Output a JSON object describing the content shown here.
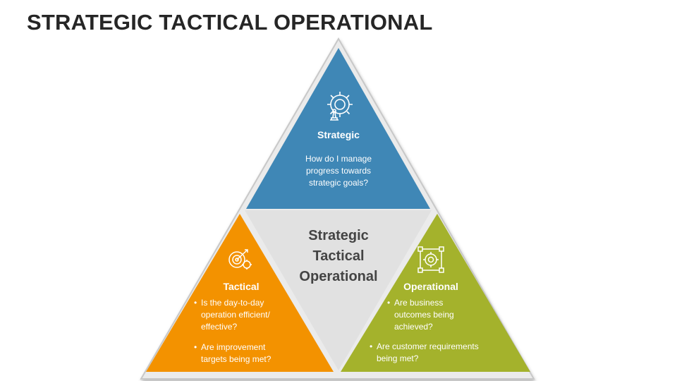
{
  "title": "STRATEGIC TACTICAL OPERATIONAL",
  "center": {
    "line1": "Strategic",
    "line2": "Tactical",
    "line3": "Operational"
  },
  "strategic": {
    "label": "Strategic",
    "description_line1": "How do I manage",
    "description_line2": "progress towards",
    "description_line3": "strategic goals?",
    "color": "#3e87b5",
    "icon": "gear-chess-icon"
  },
  "tactical": {
    "label": "Tactical",
    "bullets": [
      {
        "l1": "Is the day-to-day",
        "l2": "operation efficient/",
        "l3": "effective?"
      },
      {
        "l1": "Are improvement",
        "l2": "targets being met?"
      }
    ],
    "color": "#f39200",
    "icon": "target-gears-icon"
  },
  "operational": {
    "label": "Operational",
    "bullets": [
      {
        "l1": "Are business",
        "l2": "outcomes being",
        "l3": "achieved?"
      },
      {
        "l1": "Are customer requirements",
        "l2": "being met?"
      }
    ],
    "color": "#a3b22b",
    "icon": "process-cycle-icon"
  },
  "colors": {
    "outer": "#e8e8e8",
    "outer_border": "#c9c9c9",
    "center": "#e2e2e2"
  }
}
